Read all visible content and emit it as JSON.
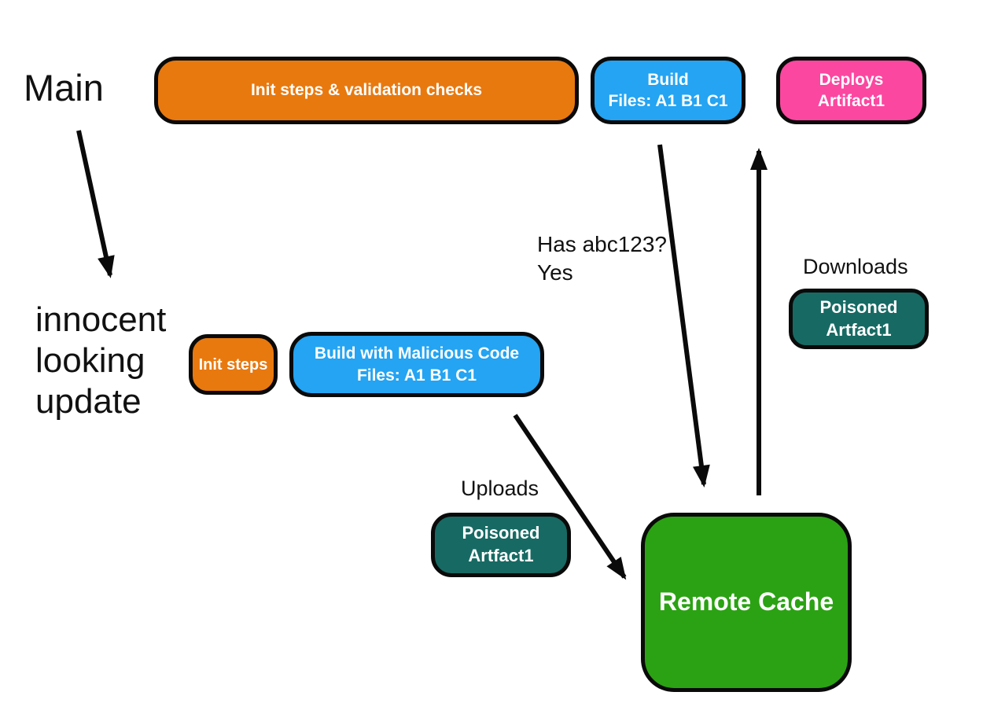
{
  "colors": {
    "orange": "#E8790F",
    "blue": "#24A4F2",
    "pink": "#FB47A0",
    "teal": "#176A63",
    "green": "#2BA213",
    "stroke": "#0A0A0A"
  },
  "labels": {
    "main": "Main",
    "innocent_update": "innocent\nlooking\nupdate",
    "has_hash": "Has abc123?\nYes",
    "downloads": "Downloads",
    "uploads": "Uploads"
  },
  "nodes": {
    "init_validation": {
      "text": "Init steps & validation checks"
    },
    "build_top": {
      "line1": "Build",
      "line2": "Files: A1 B1 C1"
    },
    "deploys": {
      "line1": "Deploys",
      "line2": "Artifact1"
    },
    "init_steps": {
      "text": "Init steps"
    },
    "build_malicious": {
      "line1": "Build with Malicious Code",
      "line2": "Files: A1 B1 C1"
    },
    "poisoned_download": {
      "line1": "Poisoned",
      "line2": "Artfact1"
    },
    "poisoned_upload": {
      "line1": "Poisoned",
      "line2": "Artfact1"
    },
    "remote_cache": {
      "text": "Remote Cache"
    }
  }
}
